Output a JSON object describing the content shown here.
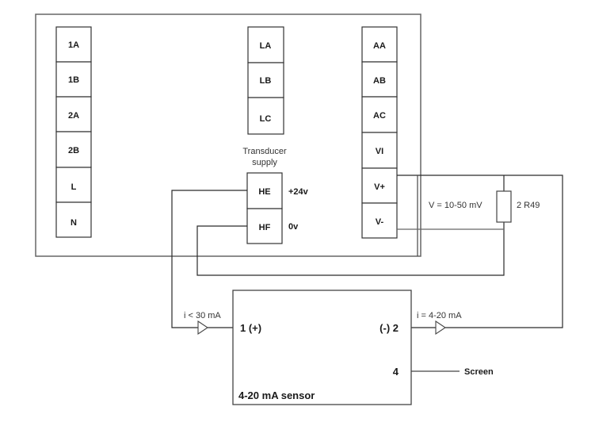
{
  "diagram": {
    "instrument": {
      "left_terminals": [
        "1A",
        "1B",
        "2A",
        "2B",
        "L",
        "N"
      ],
      "middle_terminals": [
        "LA",
        "LB",
        "LC"
      ],
      "right_terminals": [
        "AA",
        "AB",
        "AC",
        "VI",
        "V+",
        "V-"
      ],
      "supply_title_line1": "Transducer",
      "supply_title_line2": "supply",
      "supply_terminals": [
        "HE",
        "HF"
      ],
      "supply_voltages": [
        "+24v",
        "0v"
      ]
    },
    "shunt": {
      "voltage_label": "V = 10-50 mV",
      "resistor_label": "2 R49"
    },
    "sensor": {
      "title": "4-20 mA sensor",
      "pin1": "1 (+)",
      "pin2": "(-) 2",
      "pin4": "4",
      "screen_label": "Screen",
      "current_in_label": "i < 30 mA",
      "current_out_label": "i = 4-20 mA"
    }
  }
}
